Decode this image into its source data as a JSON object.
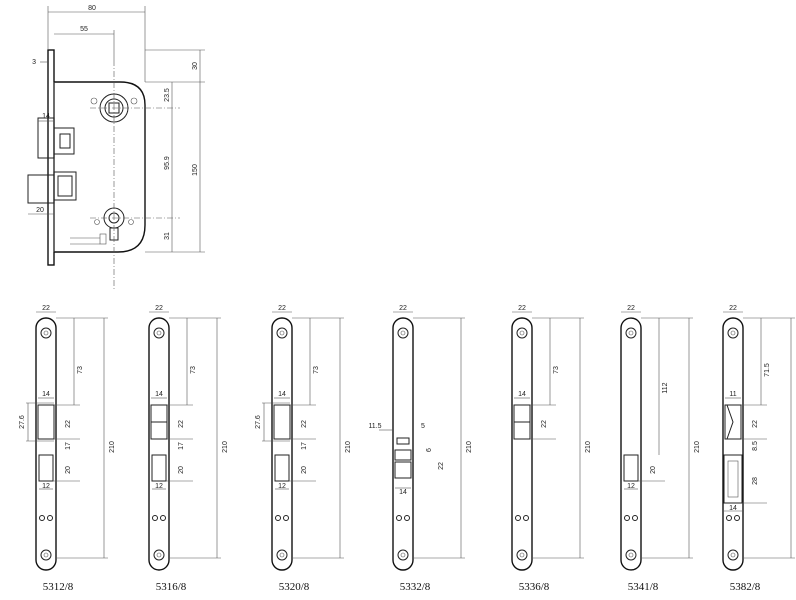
{
  "main_drawing": {
    "dims": {
      "width_total": "80",
      "backset": "55",
      "faceplate_thickness": "3",
      "top_offset": "30",
      "spindle_offset": "23.5",
      "center_distance": "95.9",
      "body_height": "150",
      "bottom_offset": "31",
      "latch_projection": "14",
      "bolt_projection": "20"
    }
  },
  "strike_plates": [
    {
      "model": "5312/8",
      "dims": {
        "width": "22",
        "upper": "73",
        "height": "210",
        "opening": "27.6",
        "latch_w": "14",
        "latch_h": "22",
        "gap": "17",
        "bolt_h": "20",
        "bolt_w": "12"
      }
    },
    {
      "model": "5316/8",
      "dims": {
        "width": "22",
        "upper": "73",
        "height": "210",
        "latch_w": "14",
        "latch_h": "22",
        "gap": "17",
        "bolt_h": "20",
        "bolt_w": "12"
      }
    },
    {
      "model": "5320/8",
      "dims": {
        "width": "22",
        "upper": "73",
        "height": "210",
        "opening": "27.6",
        "latch_w": "14",
        "latch_h": "22",
        "gap": "17",
        "bolt_h": "20",
        "bolt_w": "12"
      }
    },
    {
      "model": "5332/8",
      "dims": {
        "width": "22",
        "height": "210",
        "offset": "11.5",
        "d1": "5",
        "d2": "6",
        "d3": "22",
        "latch_w": "14"
      }
    },
    {
      "model": "5336/8",
      "dims": {
        "width": "22",
        "upper": "73",
        "height": "210",
        "latch_w": "14",
        "latch_h": "22"
      }
    },
    {
      "model": "5341/8",
      "dims": {
        "width": "22",
        "upper": "112",
        "height": "210",
        "bolt_h": "20",
        "bolt_w": "12"
      }
    },
    {
      "model": "5382/8",
      "dims": {
        "width": "22",
        "upper": "71.5",
        "height": "210",
        "latch_w": "11",
        "latch_h": "22",
        "gap": "8.5",
        "bolt_h": "28",
        "bolt_w": "14"
      }
    }
  ]
}
